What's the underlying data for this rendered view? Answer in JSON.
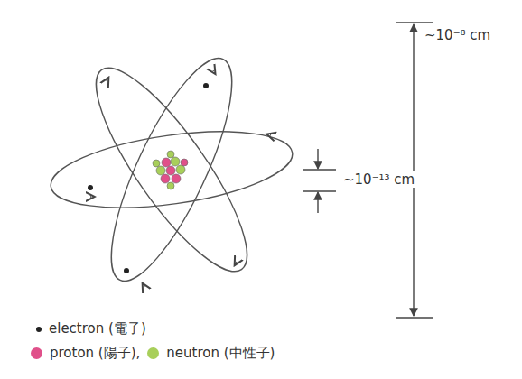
{
  "diagram": {
    "labels": [
      "~10⁻⁸ cm",
      "~10⁻¹³ cm"
    ],
    "legend": [
      {
        "text": "electron (電子)",
        "color": "#222222"
      },
      {
        "text": "proton (陽子),",
        "color": "#e0508a"
      },
      {
        "text": "neutron (中性子)",
        "color": "#a8cf5a"
      }
    ]
  }
}
